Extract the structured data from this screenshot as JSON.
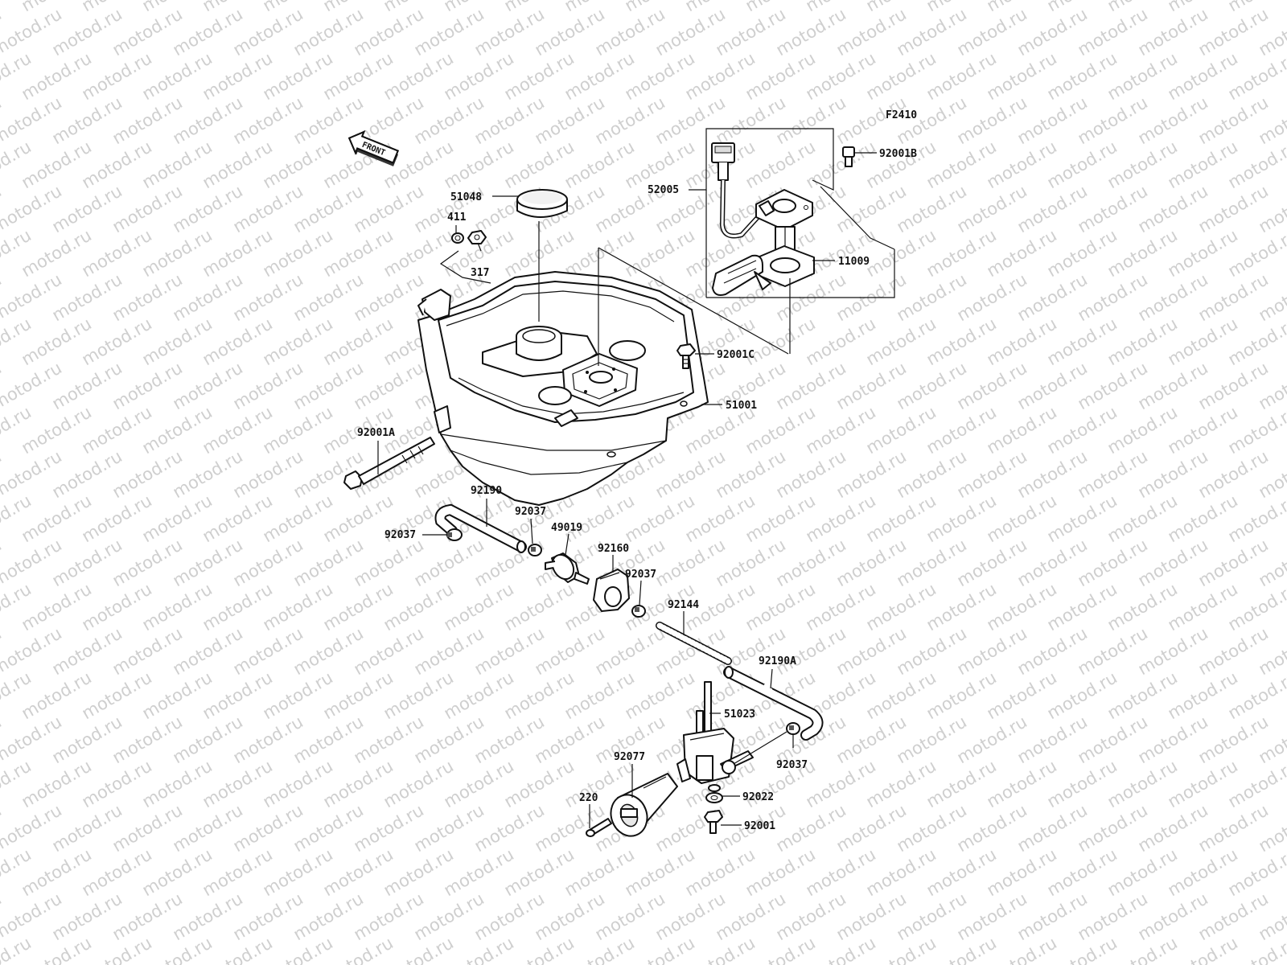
{
  "watermark_text": "motod.ru",
  "figure_code": "F2410",
  "front_arrow_label": "FRONT",
  "callouts": [
    {
      "id": "51048",
      "text": "51048"
    },
    {
      "id": "411",
      "text": "411"
    },
    {
      "id": "317",
      "text": "317"
    },
    {
      "id": "52005",
      "text": "52005"
    },
    {
      "id": "92001B",
      "text": "92001B"
    },
    {
      "id": "11009",
      "text": "11009"
    },
    {
      "id": "92001C",
      "text": "92001C"
    },
    {
      "id": "51001",
      "text": "51001"
    },
    {
      "id": "92001A",
      "text": "92001A"
    },
    {
      "id": "92190",
      "text": "92190"
    },
    {
      "id": "92037a",
      "text": "92037"
    },
    {
      "id": "92037b",
      "text": "92037"
    },
    {
      "id": "49019",
      "text": "49019"
    },
    {
      "id": "92160",
      "text": "92160"
    },
    {
      "id": "92037c",
      "text": "92037"
    },
    {
      "id": "92144",
      "text": "92144"
    },
    {
      "id": "92190A",
      "text": "92190A"
    },
    {
      "id": "51023",
      "text": "51023"
    },
    {
      "id": "92037d",
      "text": "92037"
    },
    {
      "id": "92077",
      "text": "92077"
    },
    {
      "id": "220",
      "text": "220"
    },
    {
      "id": "92022",
      "text": "92022"
    },
    {
      "id": "92001",
      "text": "92001"
    }
  ],
  "colors": {
    "line": "#111111",
    "watermark": "#cfcfcf",
    "background": "#ffffff"
  }
}
